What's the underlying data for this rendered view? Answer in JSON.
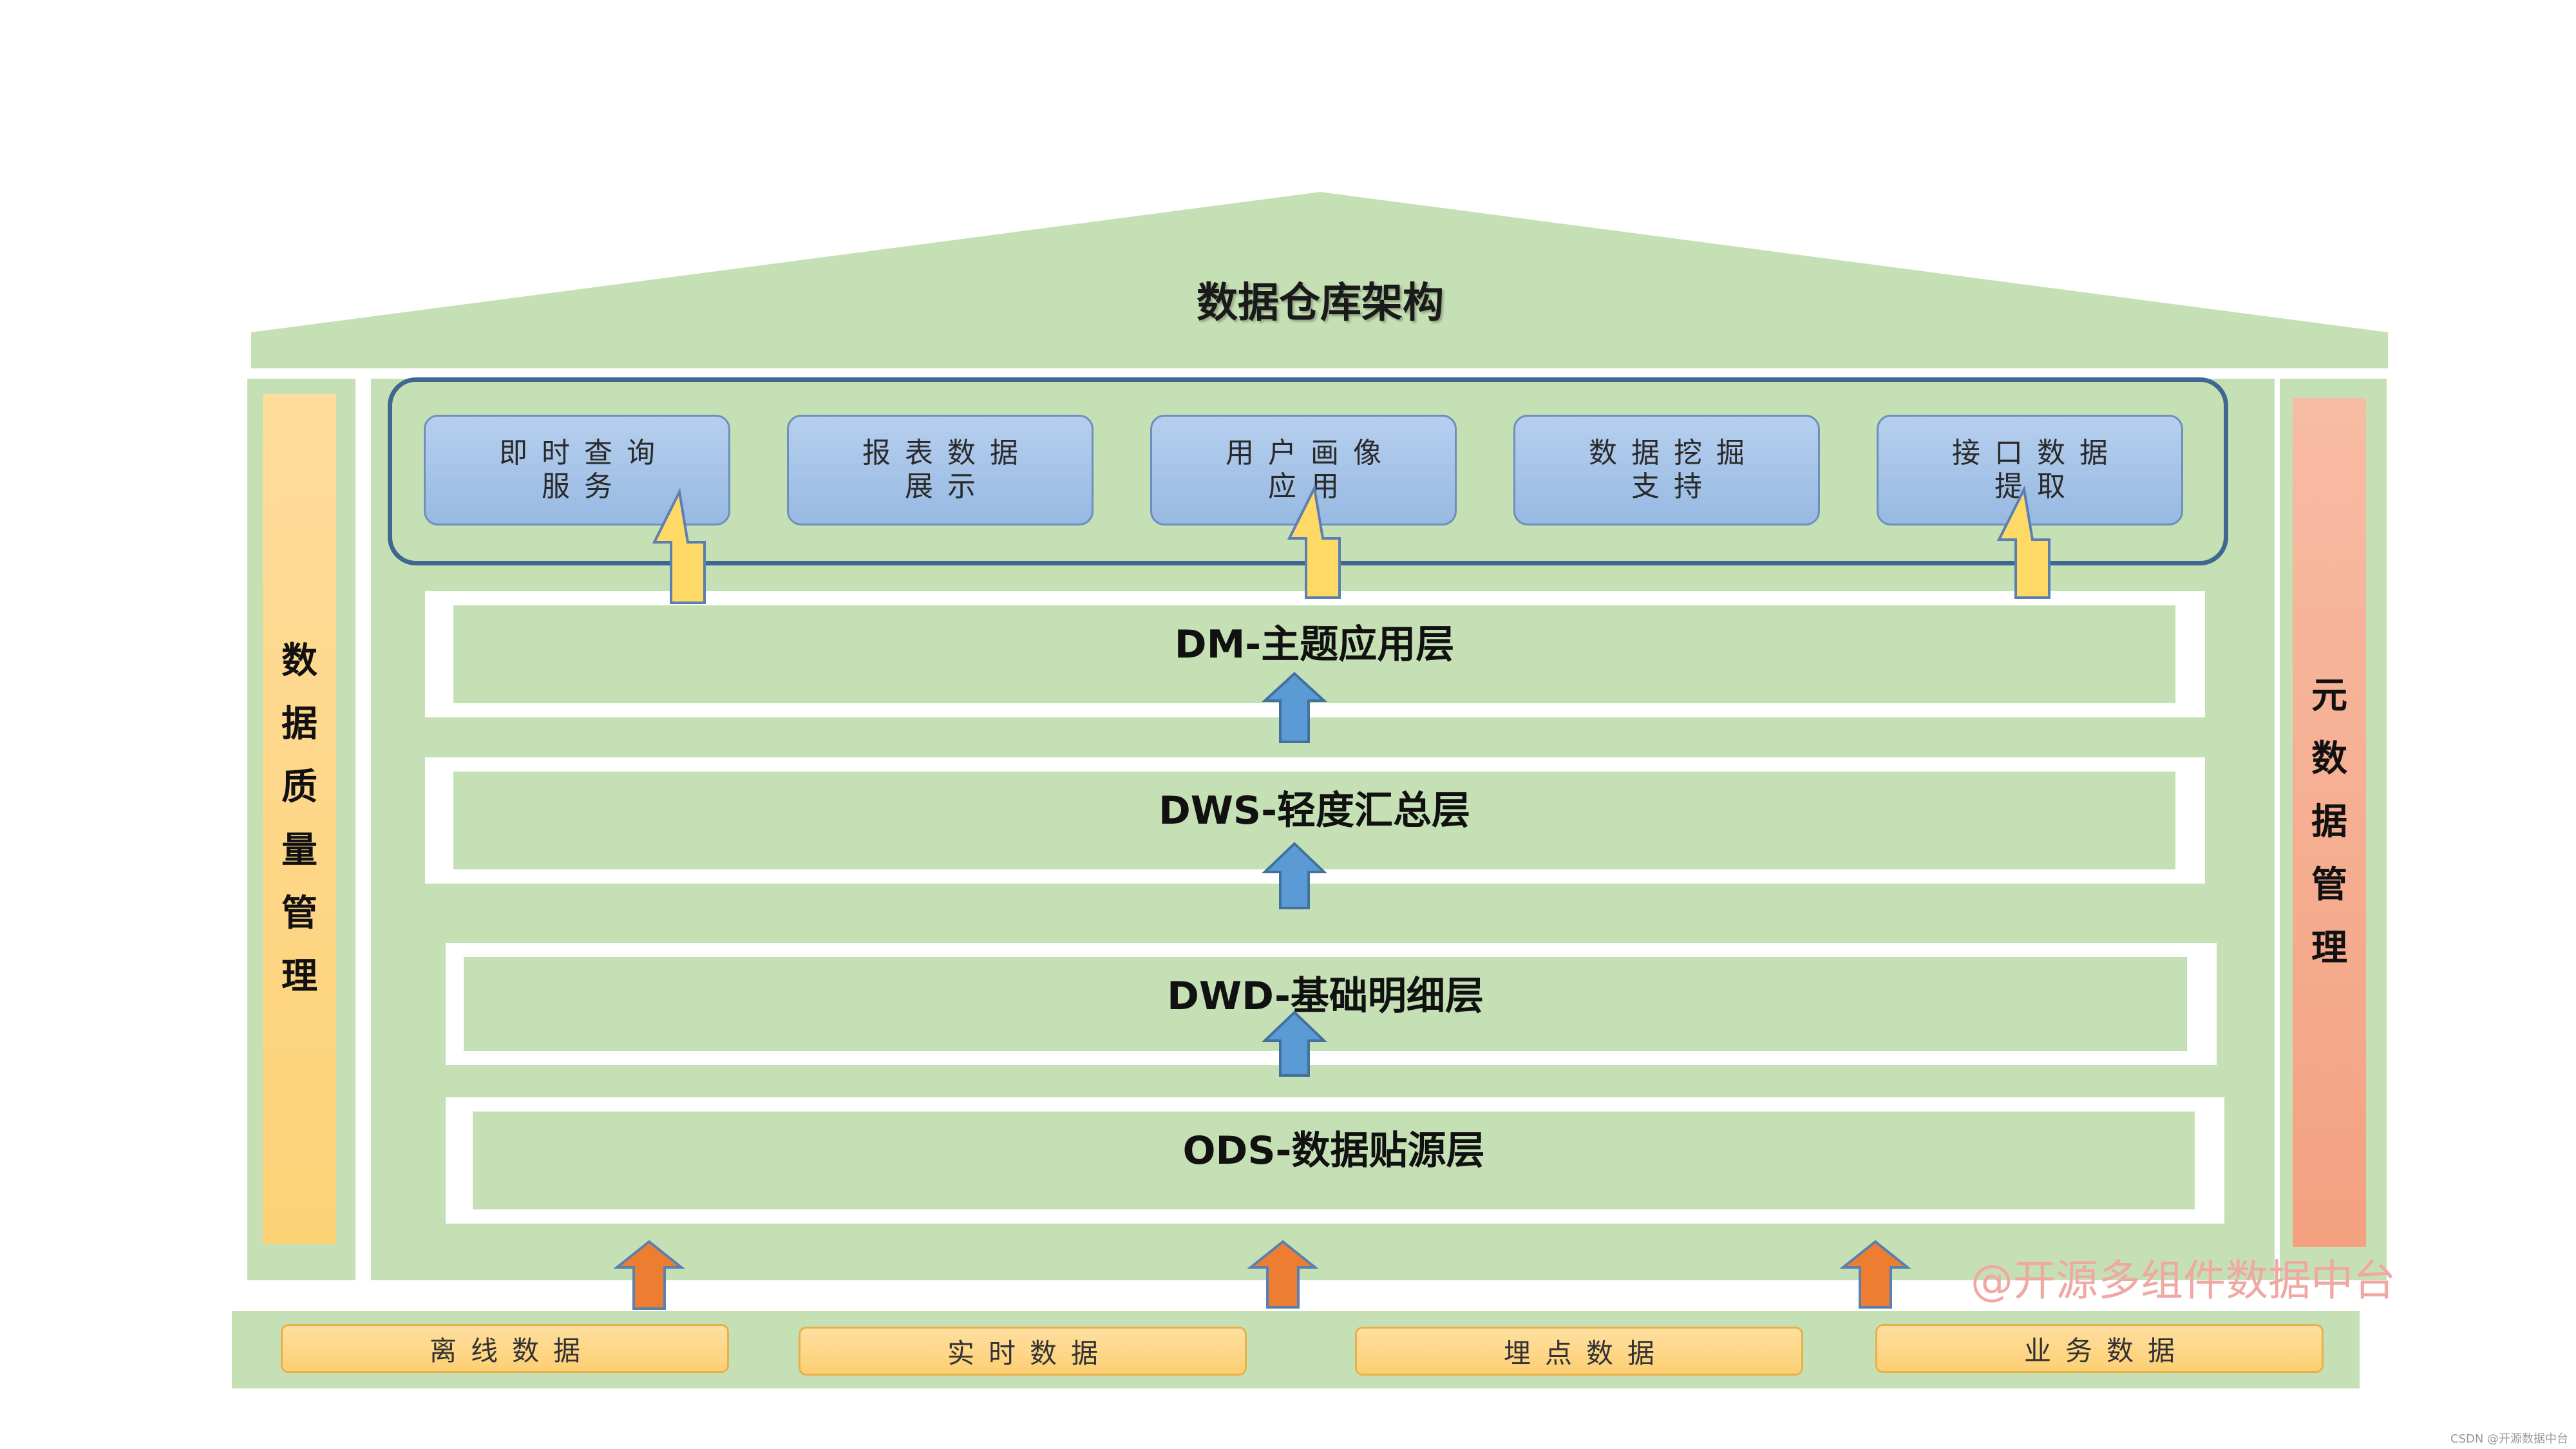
{
  "title": "数据仓库架构",
  "left_column": {
    "label_chars": [
      "数",
      "据",
      "质",
      "量",
      "管",
      "理"
    ]
  },
  "right_column": {
    "label_chars": [
      "元",
      "数",
      "据",
      "管",
      "理"
    ]
  },
  "applications": [
    {
      "line1": "即时查询",
      "line2": "服务"
    },
    {
      "line1": "报表数据",
      "line2": "展示"
    },
    {
      "line1": "用户画像",
      "line2": "应用"
    },
    {
      "line1": "数据挖掘",
      "line2": "支持"
    },
    {
      "line1": "接口数据",
      "line2": "提取"
    }
  ],
  "layers": [
    {
      "label": "DM-主题应用层"
    },
    {
      "label": "DWS-轻度汇总层"
    },
    {
      "label": "DWD-基础明细层"
    },
    {
      "label": "ODS-数据贴源层"
    }
  ],
  "sources": [
    {
      "label": "离线数据"
    },
    {
      "label": "实时数据"
    },
    {
      "label": "埋点数据"
    },
    {
      "label": "业务数据"
    }
  ],
  "watermark": "@开源多组件数据中台",
  "footer": "CSDN @开源数据中台",
  "colors": {
    "green": "#c5e0b4",
    "app_border": "#3f6791",
    "blue_arrow": "#5b9bd5",
    "yellow_arrow": "#ffd966",
    "orange_arrow": "#ed7d31"
  }
}
